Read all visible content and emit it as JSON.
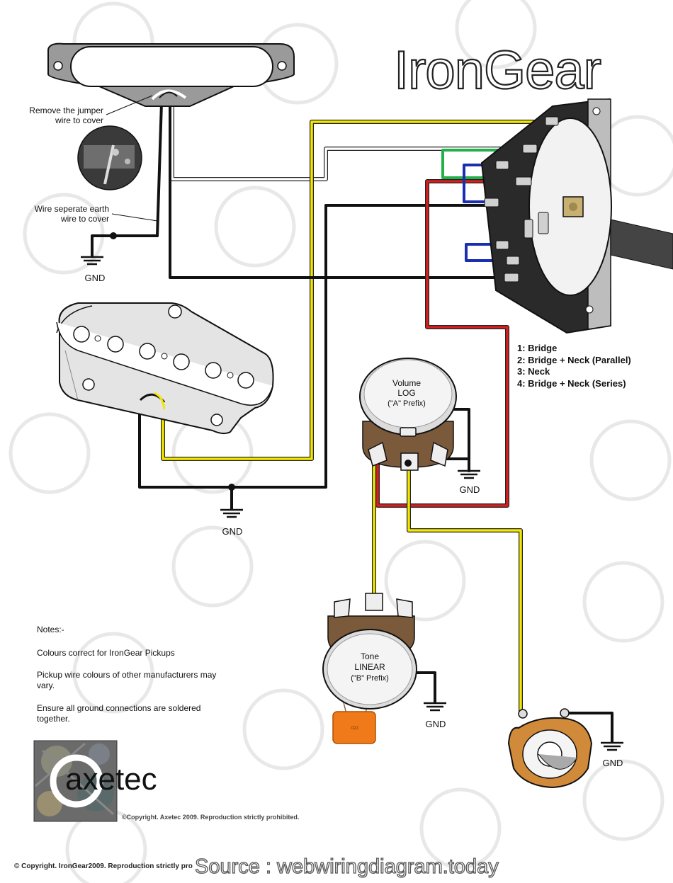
{
  "brand": "IronGear",
  "pickup_notes": {
    "jumper": [
      "Remove the jumper",
      "wire to cover"
    ],
    "earth": [
      "Wire seperate earth",
      "wire to cover"
    ]
  },
  "gnd_label": "GND",
  "volume_pot": [
    "Volume",
    "LOG",
    "(\"A\" Prefix)"
  ],
  "tone_pot": [
    "Tone",
    "LINEAR",
    "(\"B\" Prefix)"
  ],
  "switch_positions": [
    "1: Bridge",
    "2: Bridge + Neck (Parallel)",
    "3: Neck",
    "4: Bridge + Neck (Series)"
  ],
  "notes": {
    "title": "Notes:-",
    "items": [
      "Colours correct for IronGear Pickups",
      "Pickup wire colours of other manufacturers may vary.",
      "Ensure all ground connections are soldered together."
    ]
  },
  "logo_text": "axetec",
  "copyright_axetec": "©Copyright. Axetec 2009. Reproduction strictly prohibited.",
  "copyright_irongear": "© Copyright. IronGear2009. Reproduction strictly pro",
  "source_watermark": "Source : webwiringdiagram.today",
  "colors": {
    "wire_black": "#111111",
    "wire_yellow": "#f3e600",
    "wire_red": "#d42020",
    "wire_green": "#22b04a",
    "wire_blue": "#1a2fb0",
    "wire_white": "#ffffff",
    "capacitor": "#f07a1a"
  },
  "icons": [
    "neck-pickup",
    "bridge-pickup",
    "four-way-switch",
    "volume-pot",
    "tone-pot",
    "capacitor",
    "output-jack",
    "ground-symbol"
  ]
}
